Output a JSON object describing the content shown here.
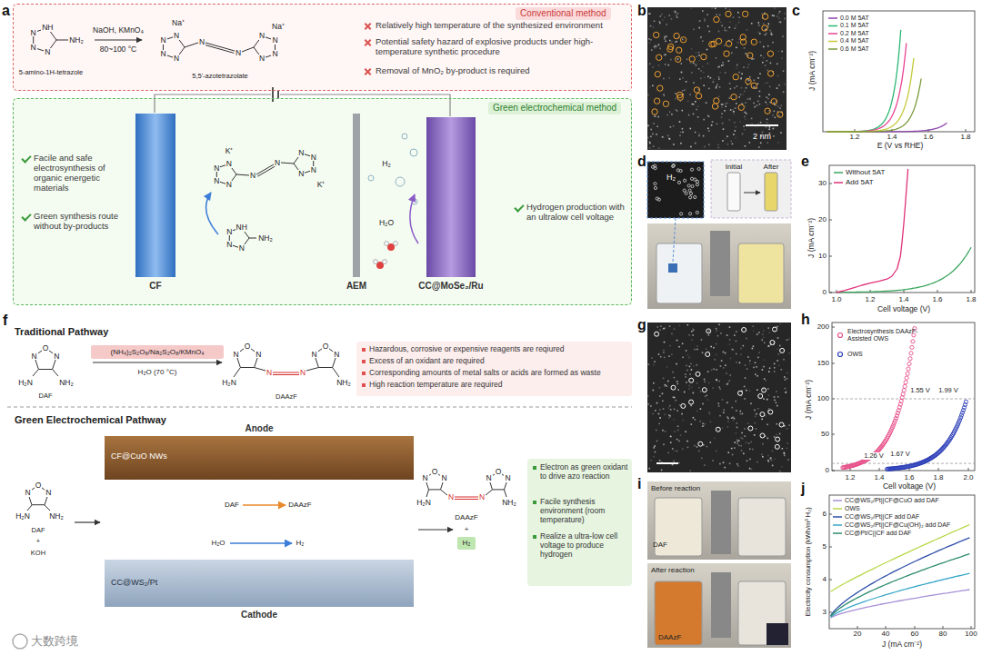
{
  "diagram": {
    "nodes": [
      {
        "text": [
          "Conventional method",
          "Relatively high temperature of the synthesized environment",
          "Potential safety hazard of explosive products under high-temperature synthetic procedure",
          "Removal of MnO₂ by-product is required"
        ]
      },
      {
        "text": [
          "Green electrochemical method",
          "Facile and safe electrosynthesis of organic energetic materials",
          "Green synthesis route without by-products",
          "Hydrogen production with an ultralow cell voltage"
        ]
      },
      {
        "text": [
          "CF"
        ],
        "in": 1
      },
      {
        "text": [
          "AEM"
        ],
        "in": 1
      },
      {
        "text": [
          "CC@MoSe₂/Ru"
        ],
        "in": 1
      },
      {
        "text": [
          "Hazardous, corrosive or expensive reagents are reqiured",
          "Excess of an oxidant are required",
          "Corresponding amounts of metal salts or acids are formed as waste",
          "High reaction temperature are required"
        ]
      },
      {
        "text": [
          "Anode",
          "CF@CuO NWs"
        ]
      },
      {
        "text": [
          "Cathode",
          "CC@WS₂/Pt"
        ]
      },
      {
        "text": [
          "Electron as green oxidant to drive azo reaction",
          "Facile synthesis environment (room temperature)",
          "Realize a ultra-low cell voltage to produce hydrogen"
        ]
      }
    ],
    "labels": [
      "a",
      "N",
      "N",
      "N",
      "NH",
      "NH₂",
      "5-amino-1H-tetrazole",
      "NaOH, KMnO₄",
      "80~100 °C",
      "N",
      "N",
      "N",
      "N",
      "N",
      "N",
      "N",
      "N",
      "N",
      "N",
      "Na⁺",
      "Na⁺",
      "5,5'-azotetrazolate",
      "b",
      "2 nm",
      "c",
      "1.2",
      "1.4",
      "1.6",
      "1.8",
      "E (V vs RHE)",
      "J (mA cm⁻²)",
      "d",
      "H₂",
      "Initial",
      "After",
      "e",
      "0",
      "10",
      "20",
      "30",
      "1.0",
      "1.2",
      "1.4",
      "1.6",
      "1.8",
      "Cell voltage (V)",
      "J (mA cm⁻²)",
      "f",
      "Traditional Pathway",
      "O",
      "N",
      "N",
      "H₂N",
      "NH₂",
      "DAF",
      "(NH₄)₂S₂O₈/Na₂S₂O₈/KMnO₄",
      "H₂O (70 °C)",
      "O",
      "N",
      "N",
      "N",
      "N",
      "O",
      "N",
      "N",
      "H₂N",
      "NH₂",
      "DAAzF",
      "Green Electrochemical Pathway",
      "O",
      "N",
      "N",
      "H₂N",
      "NH₂",
      "DAF",
      "+",
      "KOH",
      "DAF",
      "DAAzF",
      "H₂O",
      "H₂",
      "O",
      "N",
      "N",
      "N",
      "N",
      "O",
      "N",
      "N",
      "H₂N",
      "NH₂",
      "DAAzF",
      "+",
      "H₂",
      "g",
      "h",
      "0",
      "50",
      "100",
      "150",
      "200",
      "1.2",
      "1.4",
      "1.6",
      "1.8",
      "2.0",
      "Cell voltage (V)",
      "J (mA cm⁻²)",
      "1.26 V",
      "1.55 V",
      "1.67 V",
      "1.99 V",
      "i",
      "Before reaction",
      "DAF",
      "After reaction",
      "DAAzF",
      "j",
      "3",
      "4",
      "5",
      "6",
      "20",
      "40",
      "60",
      "80",
      "100",
      "J (mA cm⁻²)",
      "Electricity consumption (kWh/m³ H₂)",
      "大数跨境",
      "N",
      "N",
      "N",
      "N",
      "N",
      "N",
      "N",
      "N",
      "N",
      "N",
      "K⁺",
      "K⁺",
      "N",
      "N",
      "N",
      "NH",
      "NH₂",
      "H₂",
      "H₂O"
    ],
    "legend": [
      {
        "text": "0.0 M 5AT"
      },
      {
        "text": "0.1 M 5AT"
      },
      {
        "text": "0.2 M 5AT"
      },
      {
        "text": "0.4 M 5AT"
      },
      {
        "text": "0.6 M 5AT"
      },
      {
        "text": "Without 5AT"
      },
      {
        "text": "Add 5AT"
      },
      {
        "text": "Electrosynthesis DAAzF-Assisted OWS"
      },
      {
        "text": "OWS"
      },
      {
        "text": "CC@WS₂/Pt||CF@CuO add DAF"
      },
      {
        "text": "OWS"
      },
      {
        "text": "CC@WS₂/Pt||CF add DAF"
      },
      {
        "text": "CC@WS₂/Pt||CF@Cu(OH)₂ add DAF"
      },
      {
        "text": "CC@Pt/C||CF add DAF"
      }
    ]
  }
}
